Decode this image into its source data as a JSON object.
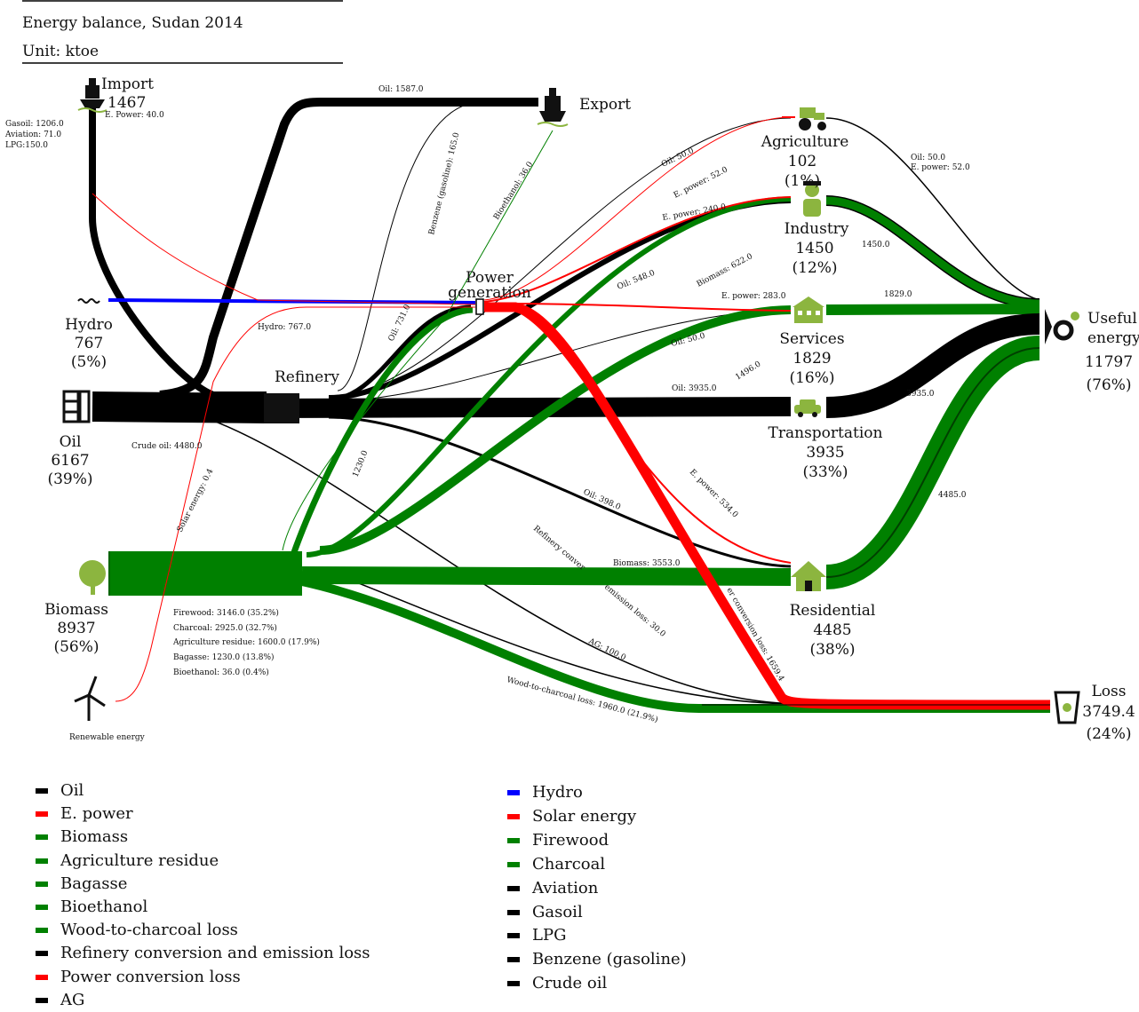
{
  "header": {
    "title": "Energy balance, Sudan 2014",
    "unit": "Unit: ktoe"
  },
  "colors": {
    "oil": "#000000",
    "e_power": "#ff0000",
    "biomass": "#008000",
    "hydro": "#0000ff",
    "icon_green": "#8cb53f"
  },
  "nodes": {
    "import": {
      "name": "Import",
      "value": "1467",
      "breakdown": [
        "Gasoil: 1206.0",
        "Aviation: 71.0",
        "LPG:150.0"
      ],
      "power": "E. Power: 40.0"
    },
    "export": {
      "name": "Export"
    },
    "hydro": {
      "name": "Hydro",
      "value": "767",
      "share": "(5%)"
    },
    "oil": {
      "name": "Oil",
      "value": "6167",
      "share": "(39%)"
    },
    "biomass": {
      "name": "Biomass",
      "value": "8937",
      "share": "(56%)",
      "breakdown": [
        "Firewood: 3146.0 (35.2%)",
        "Charcoal: 2925.0 (32.7%)",
        "Agriculture residue: 1600.0 (17.9%)",
        "Bagasse: 1230.0 (13.8%)",
        "Bioethanol: 36.0 (0.4%)"
      ]
    },
    "renewable": {
      "name": "Renewable energy"
    },
    "refinery": {
      "name": "Refinery"
    },
    "power": {
      "name1": "Power",
      "name2": "generation"
    },
    "agriculture": {
      "name": "Agriculture",
      "value": "102",
      "share": "(1%)"
    },
    "industry": {
      "name": "Industry",
      "value": "1450",
      "share": "(12%)"
    },
    "services": {
      "name": "Services",
      "value": "1829",
      "share": "(16%)"
    },
    "transportation": {
      "name": "Transportation",
      "value": "3935",
      "share": "(33%)"
    },
    "residential": {
      "name": "Residential",
      "value": "4485",
      "share": "(38%)"
    },
    "useful": {
      "name1": "Useful",
      "name2": "energy",
      "value": "11797",
      "share": "(76%)"
    },
    "loss": {
      "name": "Loss",
      "value": "3749.4",
      "share": "(24%)"
    }
  },
  "flow_labels": {
    "oil_export": "Oil: 1587.0",
    "benzene": "Benzene (gasoline): 165.0",
    "bioethanol": "Bioethanol: 36.0",
    "oil_agri": "Oil: 50.0",
    "ep_agri": "E. power: 52.0",
    "ep_ind": "E. power: 240.0",
    "oil_ind": "Oil: 548.0",
    "bio_ind": "Biomass: 622.0",
    "ep_serv": "E. power: 283.0",
    "oil_serv": "Oil: 50.0",
    "bio_serv": "1496.0",
    "oil_trans": "Oil: 3935.0",
    "oil_731": "Oil: 731.0",
    "hydro_flow": "Hydro: 767.0",
    "crude": "Crude oil: 4480.0",
    "solar": "Solar energy: 0.4",
    "bagasse": "1230.0",
    "ep_res": "E. power: 534.0",
    "oil_res": "Oil: 398.0",
    "refinery_loss": "Refinery conver",
    "emission_loss": "emission loss: 30.0",
    "bio_res": "Biomass: 3553.0",
    "power_loss": "er conversion loss: 1659.4",
    "ag": "AG: 100.0",
    "wood_loss": "Wood-to-charcoal loss: 1960.0 (21.9%)",
    "agri_useful_1": "Oil: 50.0",
    "agri_useful_2": "E. power: 52.0",
    "ind_useful": "1450.0",
    "serv_useful": "1829.0",
    "trans_useful": "3935.0",
    "res_useful": "4485.0"
  },
  "legend": {
    "left": [
      {
        "label": "Oil",
        "color": "#000000"
      },
      {
        "label": "E. power",
        "color": "#ff0000"
      },
      {
        "label": "Biomass",
        "color": "#008000"
      },
      {
        "label": "Agriculture residue",
        "color": "#008000"
      },
      {
        "label": "Bagasse",
        "color": "#008000"
      },
      {
        "label": "Bioethanol",
        "color": "#008000"
      },
      {
        "label": "Wood-to-charcoal loss",
        "color": "#008000"
      },
      {
        "label": "Refinery conversion and emission loss",
        "color": "#000000"
      },
      {
        "label": "Power conversion loss",
        "color": "#ff0000"
      },
      {
        "label": "AG",
        "color": "#000000"
      }
    ],
    "right": [
      {
        "label": "Hydro",
        "color": "#0000ff"
      },
      {
        "label": "Solar energy",
        "color": "#ff0000"
      },
      {
        "label": "Firewood",
        "color": "#008000"
      },
      {
        "label": "Charcoal",
        "color": "#008000"
      },
      {
        "label": "Aviation",
        "color": "#000000"
      },
      {
        "label": "Gasoil",
        "color": "#000000"
      },
      {
        "label": "LPG",
        "color": "#000000"
      },
      {
        "label": "Benzene (gasoline)",
        "color": "#000000"
      },
      {
        "label": "Crude oil",
        "color": "#000000"
      }
    ]
  }
}
